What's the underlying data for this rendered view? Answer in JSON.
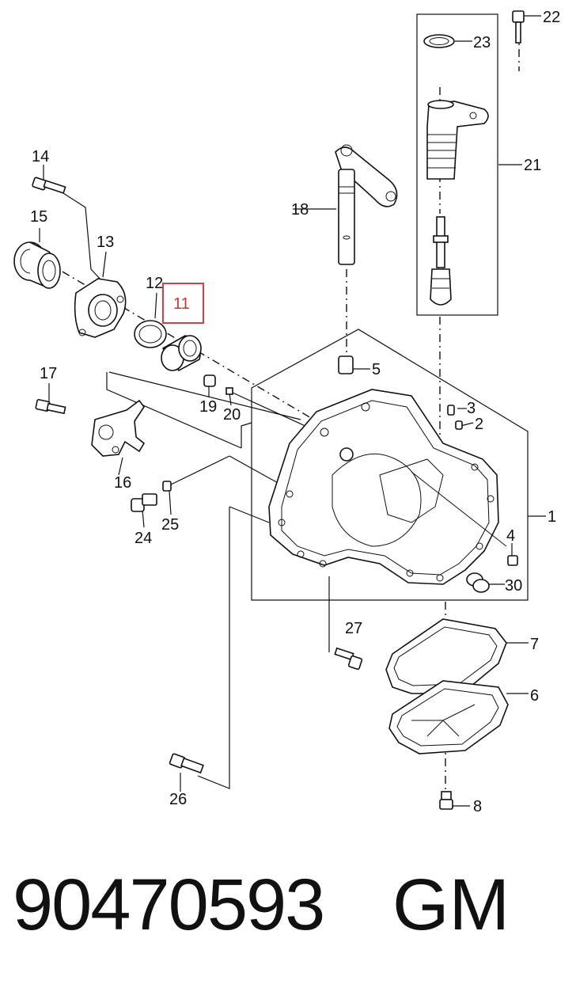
{
  "diagram": {
    "callouts": {
      "c1": "1",
      "c2": "2",
      "c3": "3",
      "c4": "4",
      "c5": "5",
      "c6": "6",
      "c7": "7",
      "c8": "8",
      "c11": "11",
      "c12": "12",
      "c13": "13",
      "c14": "14",
      "c15": "15",
      "c16": "16",
      "c17": "17",
      "c18": "18",
      "c19": "19",
      "c20": "20",
      "c21": "21",
      "c22": "22",
      "c23": "23",
      "c24": "24",
      "c25": "25",
      "c26": "26",
      "c27": "27",
      "c30": "30"
    },
    "highlight_color": "#e0394b"
  },
  "footer": {
    "part_number": "90470593",
    "brand": "GM"
  }
}
